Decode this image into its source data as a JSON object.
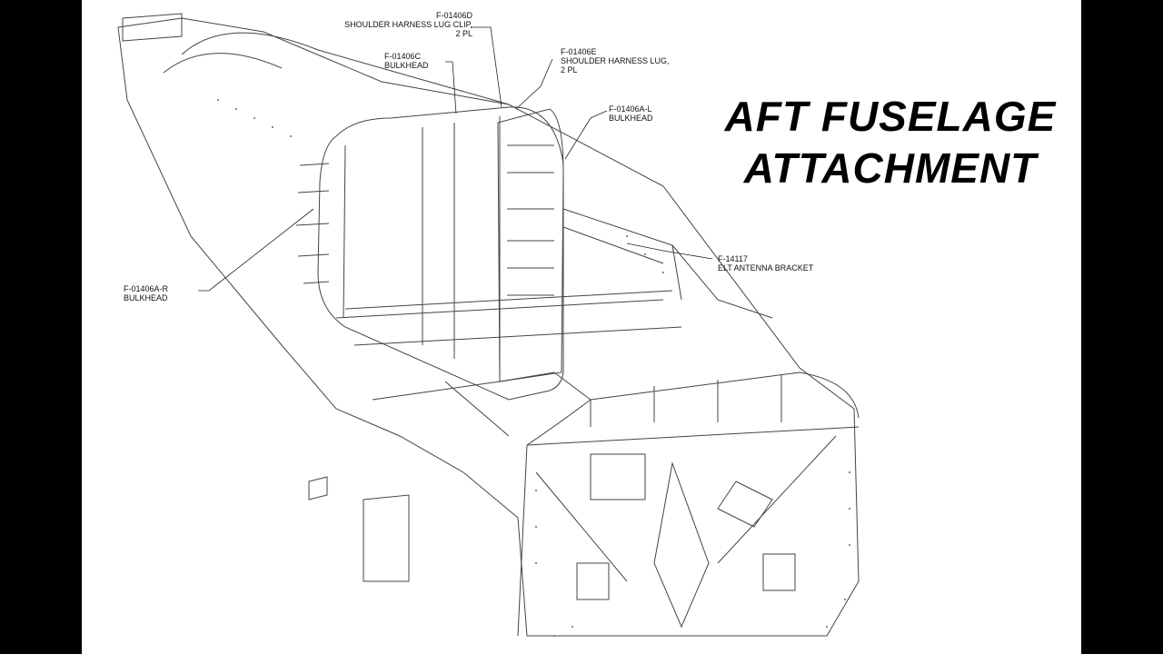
{
  "title": {
    "line1": "AFT FUSELAGE",
    "line2": "ATTACHMENT"
  },
  "callouts": [
    {
      "part": "F-01406D",
      "desc": "SHOULDER HARNESS LUG CLIP,",
      "extra": "2 PL"
    },
    {
      "part": "F-01406C",
      "desc": "BULKHEAD",
      "extra": ""
    },
    {
      "part": "F-01406E",
      "desc": "SHOULDER HARNESS LUG,",
      "extra": "2 PL"
    },
    {
      "part": "F-01406A-L",
      "desc": "BULKHEAD",
      "extra": ""
    },
    {
      "part": "F-14117",
      "desc": "ELT ANTENNA BRACKET",
      "extra": ""
    },
    {
      "part": "F-01406A-R",
      "desc": "BULKHEAD",
      "extra": ""
    }
  ],
  "colors": {
    "background": "#ffffff",
    "letterbox": "#000000",
    "line": "#333333"
  }
}
